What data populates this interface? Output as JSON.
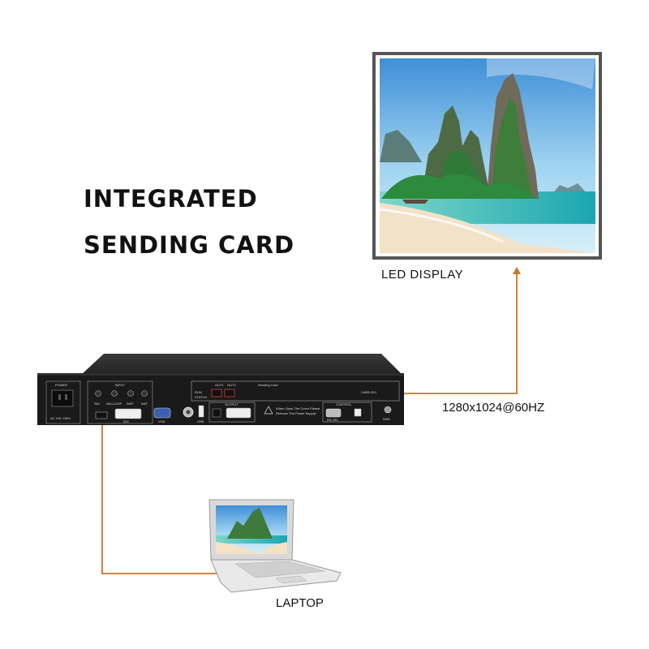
{
  "title": {
    "line1": "INTEGRATED",
    "line2": "SENDING CARD"
  },
  "labels": {
    "led_display": "LED DISPLAY",
    "resolution": "1280x1024@60HZ",
    "laptop": "LAPTOP"
  },
  "device_panel": {
    "power": "POWER",
    "power_rating": "AC 100~240V",
    "input": "INPUT",
    "input_ports": [
      "SDI",
      "SDI-LOOP",
      "WIFI",
      "ANT"
    ],
    "dvi": "DVI",
    "vga": "VGA",
    "usb": "USB",
    "sending_card": "Sending Card",
    "out1": "OUT1",
    "out2": "OUT2",
    "run": "RUN",
    "status": "STATUS",
    "output": "OUTPUT",
    "warning": "When Open The Cover Please Remove The Power Supply!",
    "control": "CONTROL",
    "rs232": "RS-232",
    "card_model": "CARE-EVI",
    "gnd": "GND"
  },
  "colors": {
    "arrow": "#c8752a",
    "device_body": "#1a1a1a",
    "frame": "#5a5a5a"
  }
}
